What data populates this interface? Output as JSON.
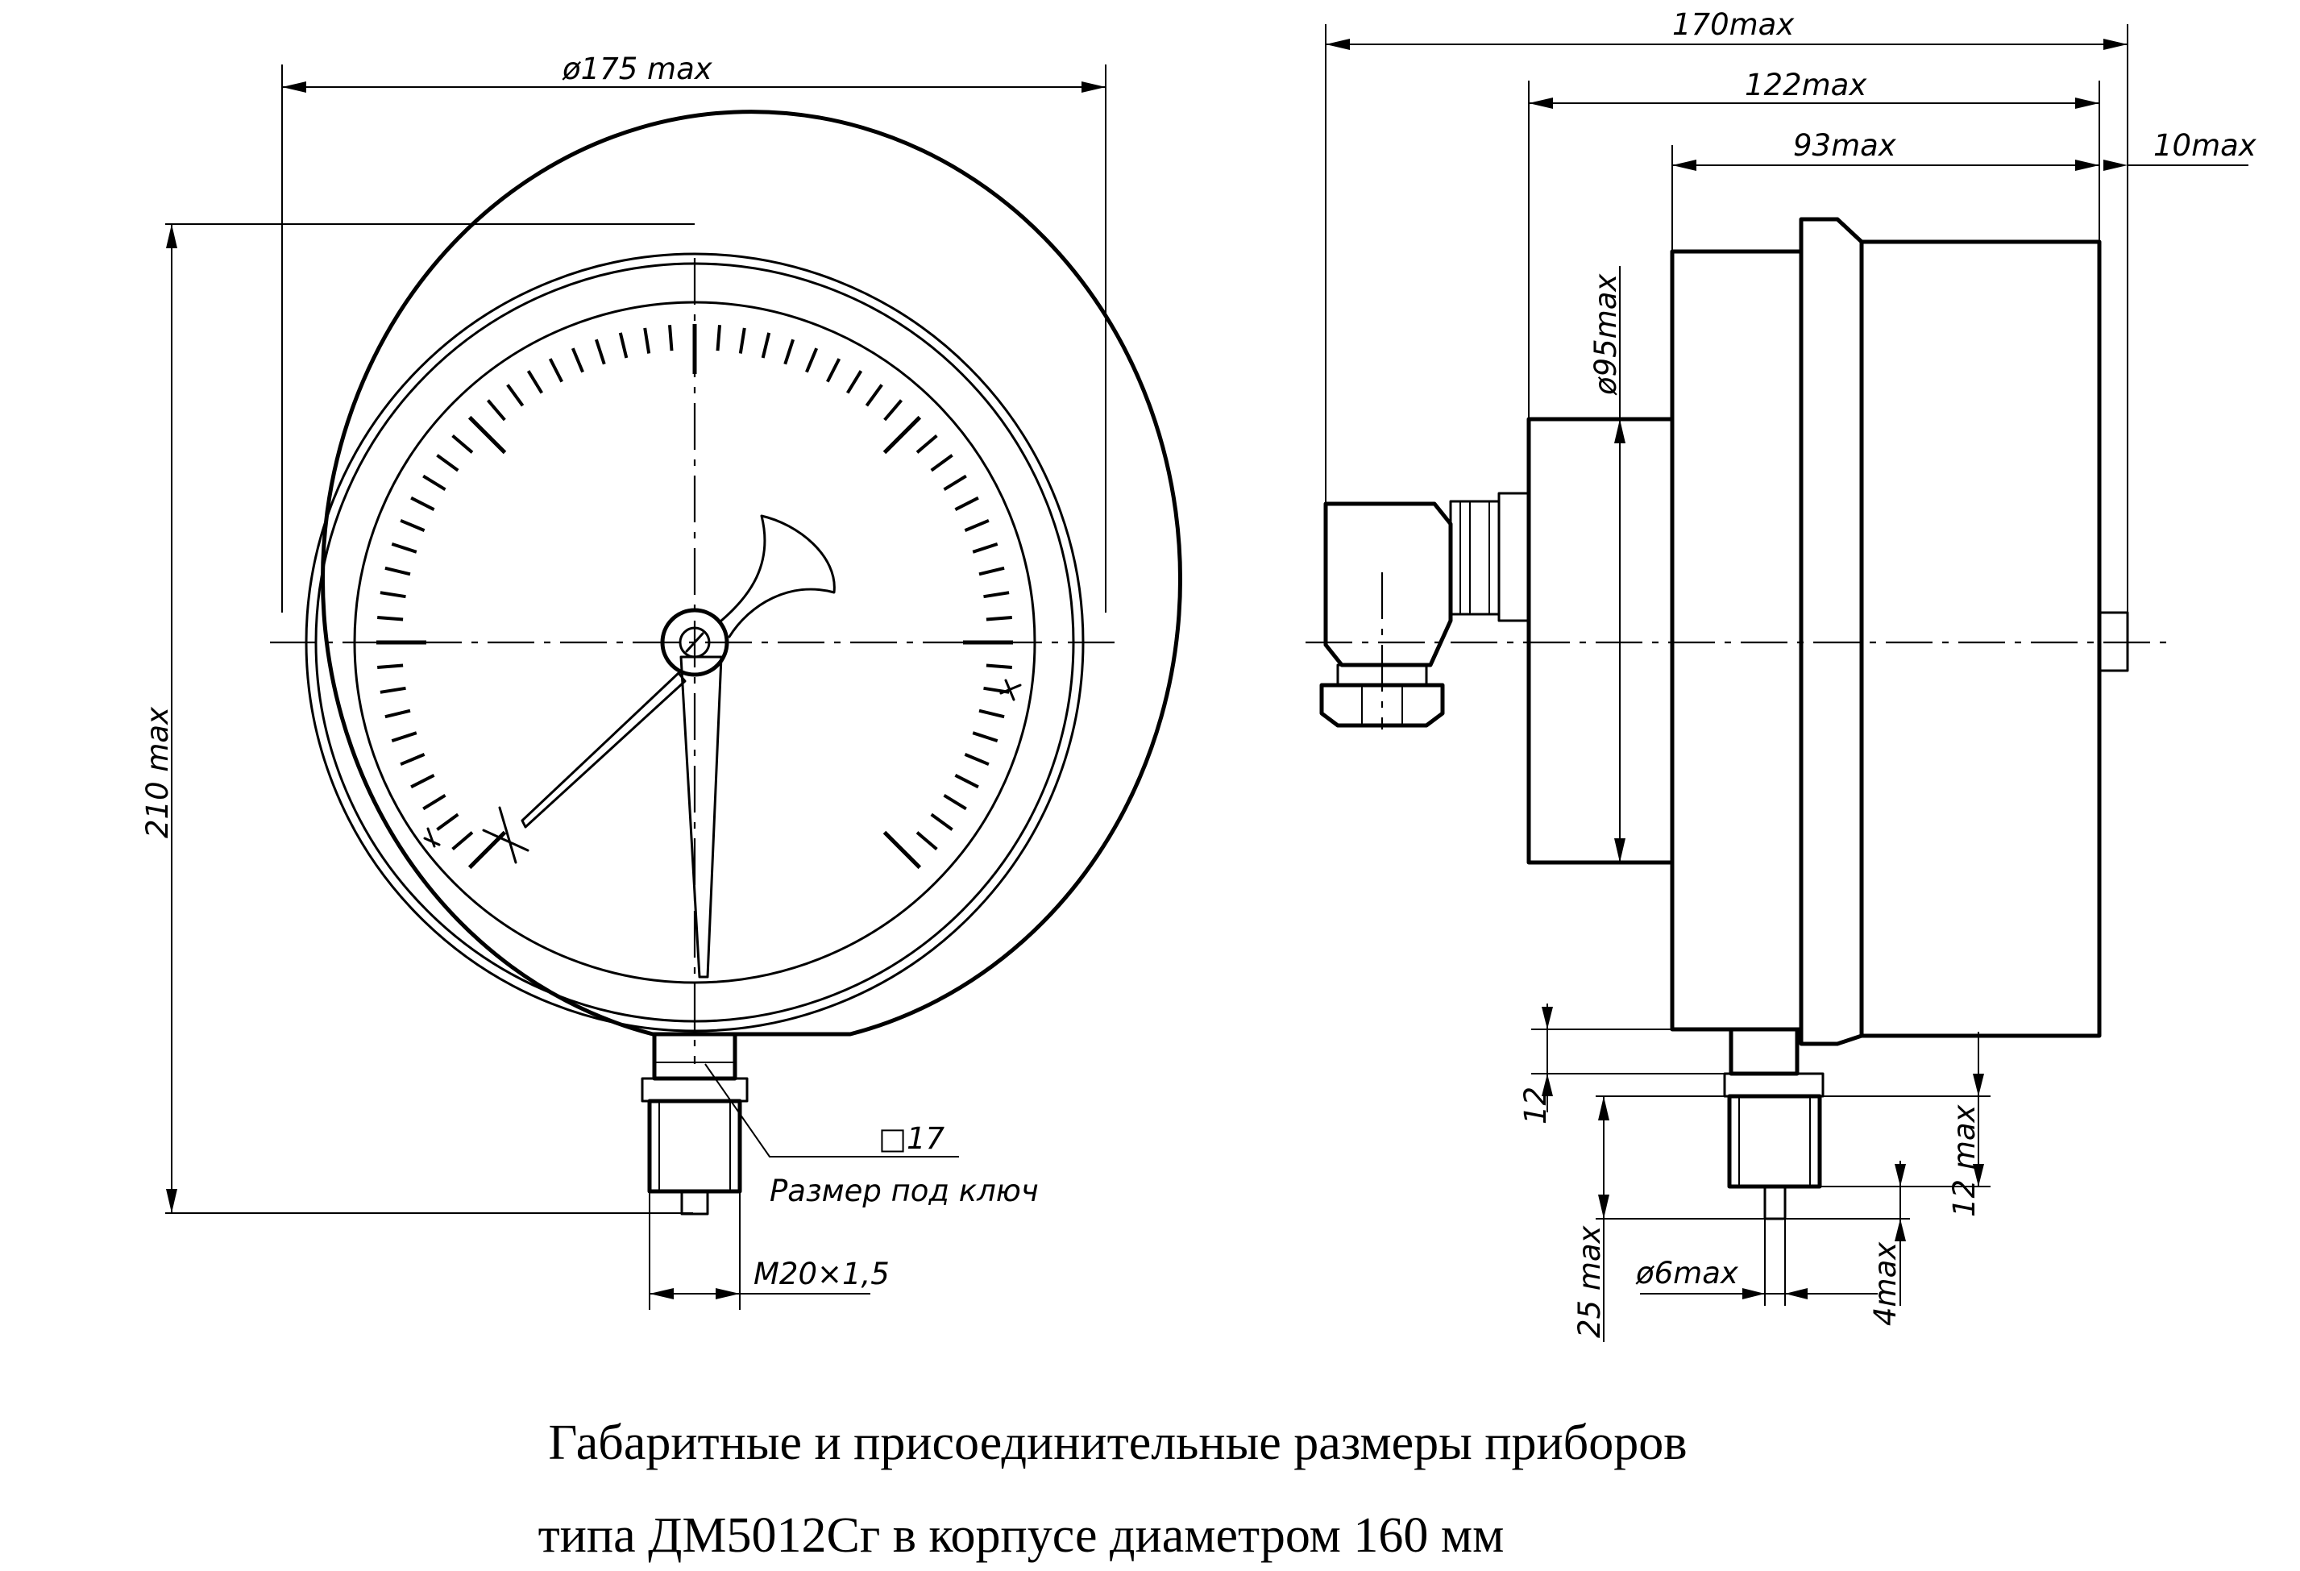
{
  "dimensions": {
    "front_diameter": "ø175 max",
    "front_height": "210 max",
    "wrench_size": "□17",
    "wrench_label": "Размер под ключ",
    "thread": "M20×1,5",
    "side_total_depth": "170max",
    "side_depth_122": "122max",
    "side_depth_93": "93max",
    "side_back_10": "10max",
    "side_boss_diameter": "ø95max",
    "side_neck_12": "12",
    "side_neck_12max": "12 max",
    "side_fitting_25": "25 max",
    "side_nipple_diameter": "ø6max",
    "side_nipple_4": "4max"
  },
  "caption": {
    "line1": "Габаритные и присоединительные размеры приборов",
    "line2": "типа ДМ5012Сг в корпусе диаметром 160 мм"
  }
}
